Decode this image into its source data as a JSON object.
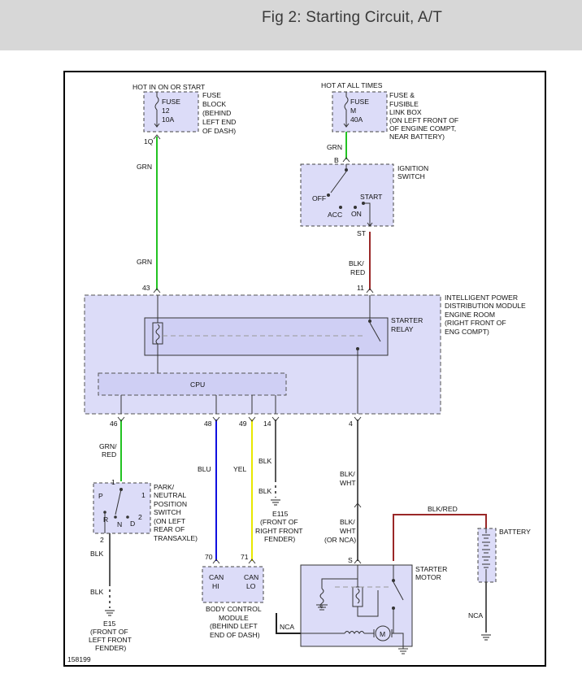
{
  "header": {
    "title": "Fig 2: Starting Circuit, A/T"
  },
  "colors": {
    "module_fill": "#dcdcf8",
    "wire_green": "#22c322",
    "wire_blue": "#1010e0",
    "wire_yellow": "#e8e800",
    "wire_black": "#202020",
    "wire_blk_red": "#9a2828"
  },
  "fuse_block": {
    "header": "HOT IN ON OR START",
    "text": [
      "FUSE",
      "12",
      "10A"
    ],
    "location": [
      "FUSE",
      "BLOCK",
      "(BEHIND",
      "LEFT END",
      "OF DASH)"
    ],
    "pin": "1Q"
  },
  "fusible_link": {
    "header": "HOT AT ALL TIMES",
    "text": [
      "FUSE",
      "M",
      "40A"
    ],
    "location": [
      "FUSE &",
      "FUSIBLE",
      "LINK BOX",
      "(ON LEFT FRONT OF",
      "OF ENGINE COMPT,",
      "NEAR BATTERY)"
    ]
  },
  "ignition_switch": {
    "name": [
      "IGNITION",
      "SWITCH"
    ],
    "pin_in": "B",
    "pin_out": "ST",
    "positions": {
      "off": "OFF",
      "acc": "ACC",
      "on": "ON",
      "start": "START"
    }
  },
  "ipdm": {
    "name": [
      "INTELLIGENT POWER",
      "DISTRIBUTION MODULE",
      "ENGINE ROOM",
      "(RIGHT FRONT OF",
      "ENG COMPT)"
    ],
    "relay_label": [
      "STARTER",
      "RELAY"
    ],
    "cpu_label": "CPU",
    "pins": {
      "p43": "43",
      "p11": "11",
      "p46": "46",
      "p48": "48",
      "p49": "49",
      "p14": "14",
      "p4": "4"
    }
  },
  "wires": {
    "grn_top": "GRN",
    "grn_mid": "GRN",
    "grn_fusible": "GRN",
    "blkred_ign": [
      "BLK/",
      "RED"
    ],
    "grnred": [
      "GRN/",
      "RED"
    ],
    "blu": "BLU",
    "yel": "YEL",
    "blk_14a": "BLK",
    "blk_14b": "BLK",
    "blkwht_a": [
      "BLK/",
      "WHT"
    ],
    "blkwht_b": [
      "BLK/",
      "WHT",
      "(OR NCA)"
    ],
    "blk_pn_a": "BLK",
    "blk_pn_b": "BLK",
    "blkred_bat": "BLK/RED",
    "nca_bat": "NCA",
    "nca_motor": "NCA"
  },
  "pn_switch": {
    "name": [
      "PARK/",
      "NEUTRAL",
      "POSITION",
      "SWITCH",
      "(ON LEFT",
      "REAR OF",
      "TRANSAXLE)"
    ],
    "letters": {
      "p": "P",
      "r": "R",
      "n": "N",
      "d": "D"
    },
    "pins": {
      "p1": "1",
      "p2": "2",
      "p2b": "2"
    }
  },
  "grounds": {
    "e15_left": [
      "E15",
      "(FRONT OF",
      "LEFT FRONT",
      "FENDER)"
    ],
    "e115": [
      "E115",
      "(FRONT OF",
      "RIGHT FRONT",
      "FENDER)"
    ]
  },
  "bcm": {
    "pins": {
      "p70": "70",
      "p71": "71"
    },
    "can_hi": [
      "CAN",
      "HI"
    ],
    "can_lo": [
      "CAN",
      "LO"
    ],
    "name": [
      "BODY CONTROL",
      "MODULE",
      "(BEHIND LEFT",
      "END OF DASH)"
    ]
  },
  "starter_motor": {
    "name": [
      "STARTER",
      "MOTOR"
    ],
    "pin": "S",
    "motor_symbol": "M"
  },
  "battery": {
    "name": "BATTERY"
  },
  "figure_id": "158199"
}
